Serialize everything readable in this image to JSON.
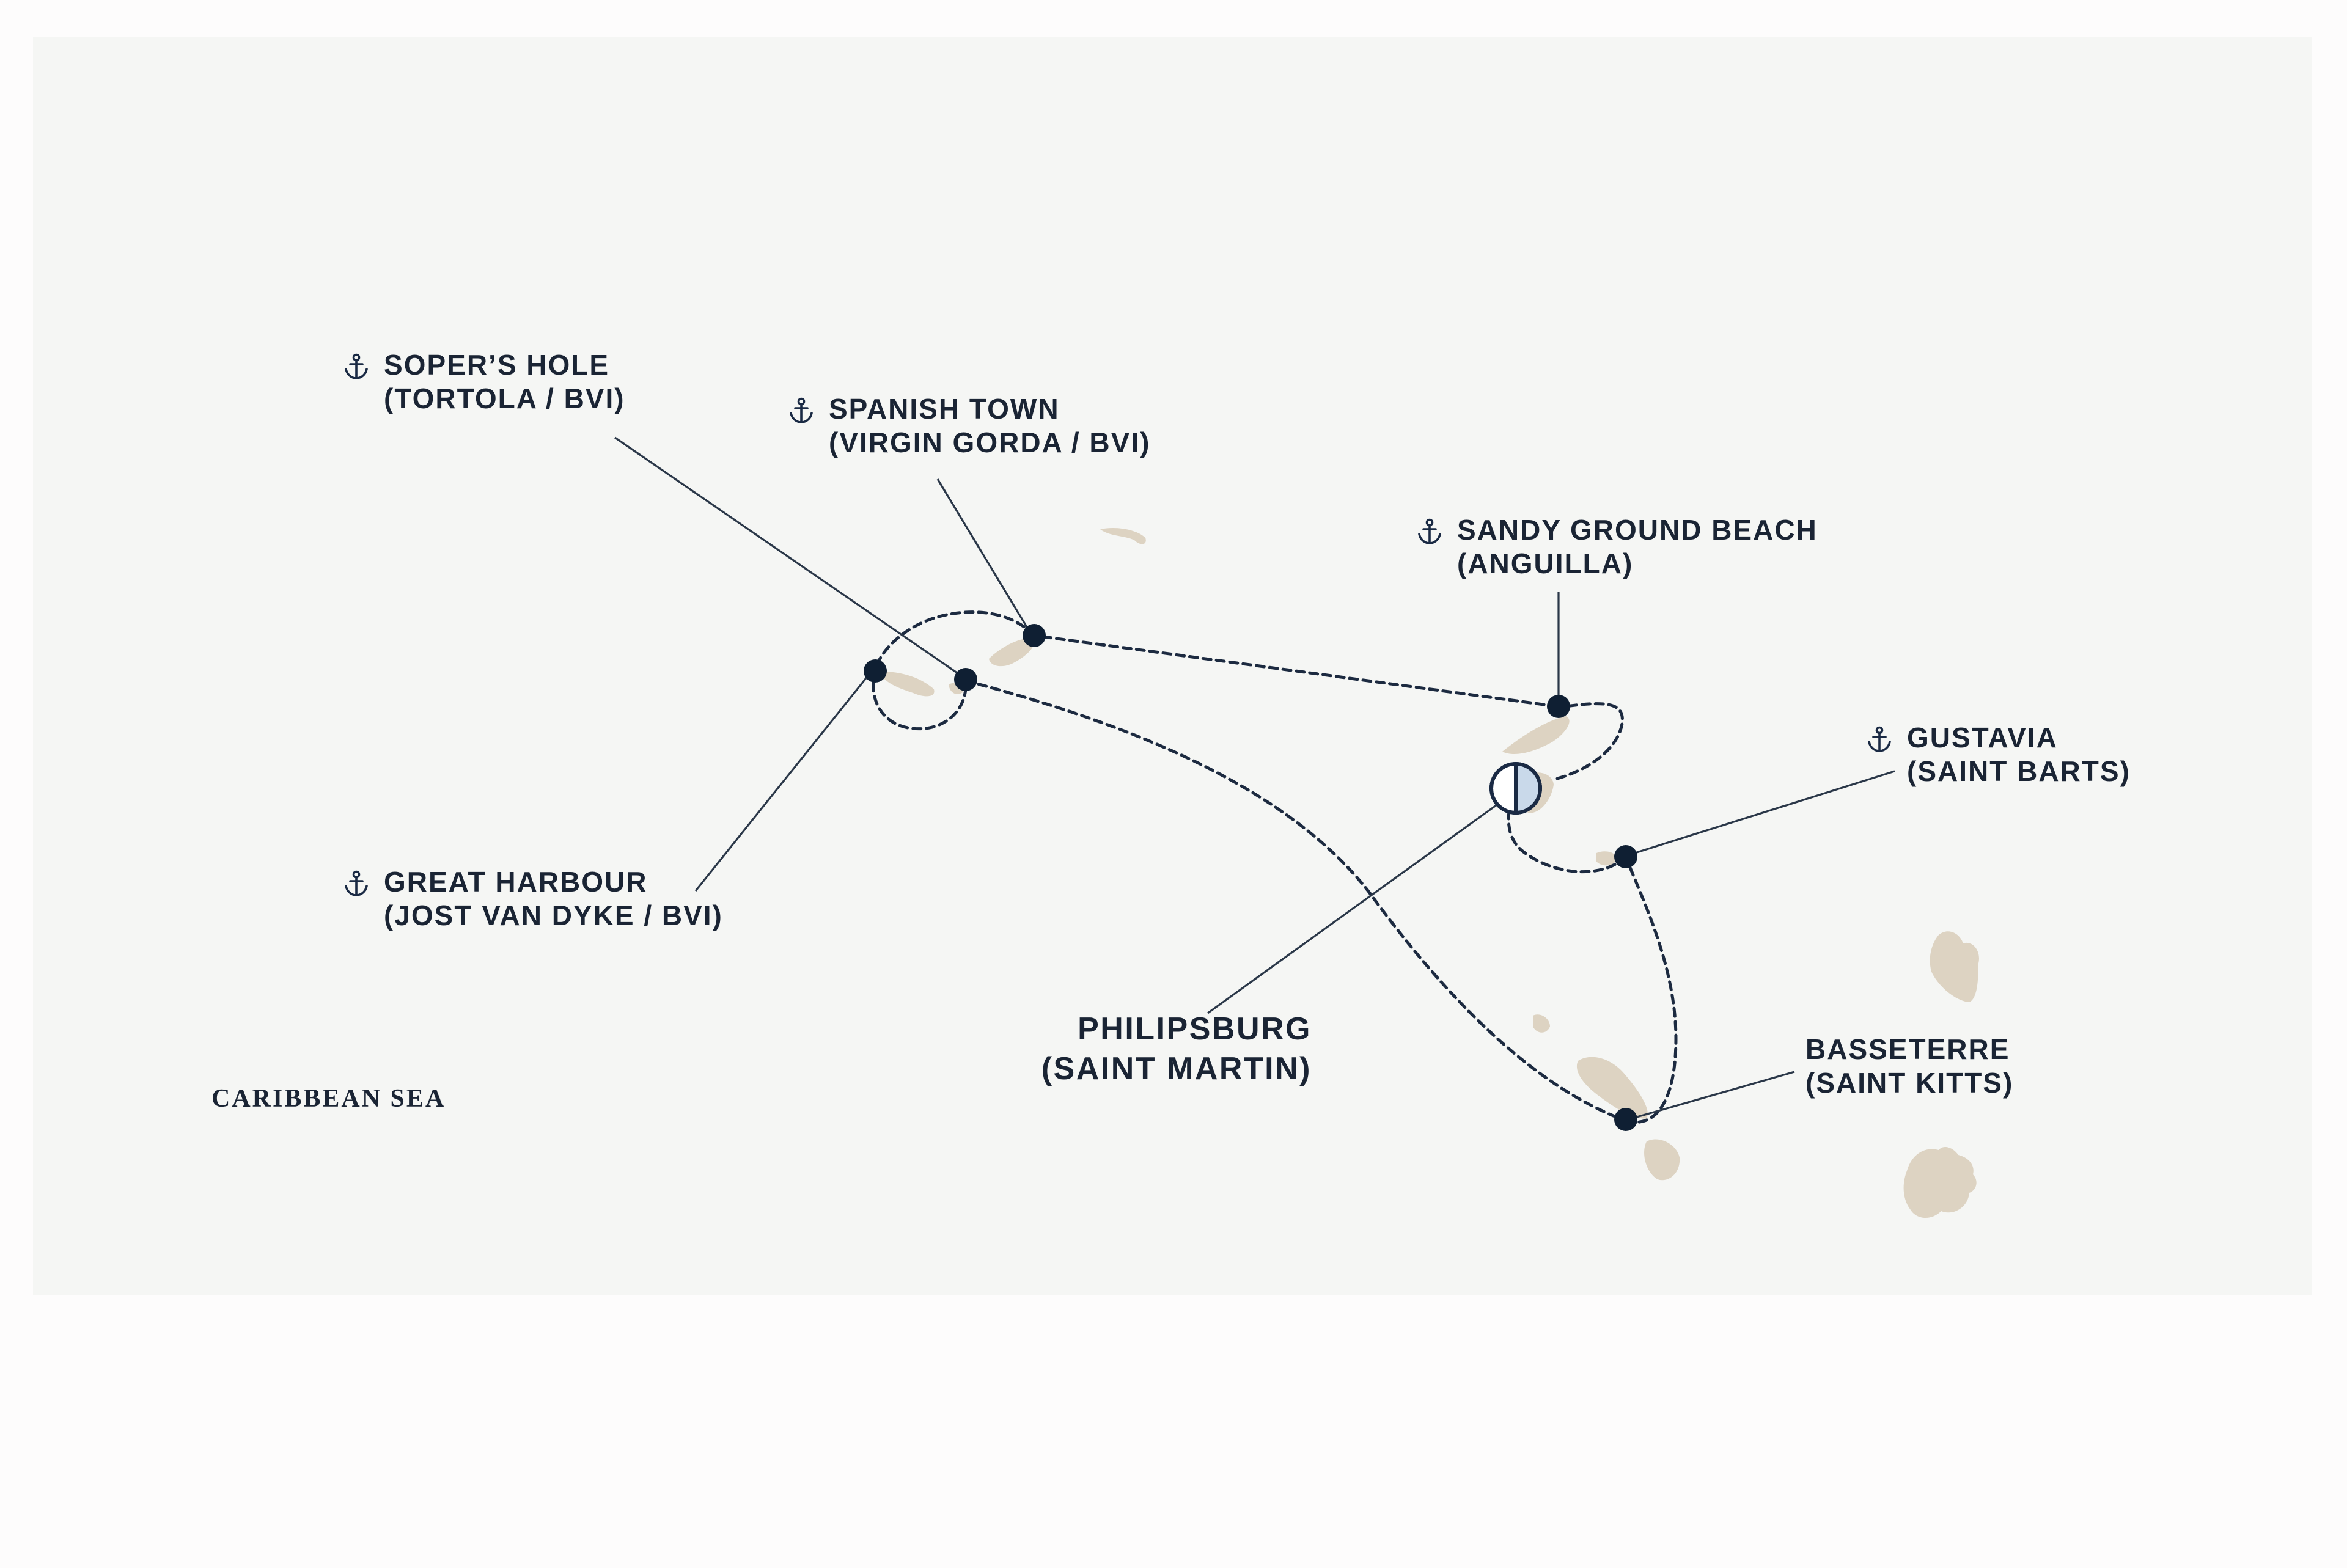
{
  "sea_label": "CARIBBEAN SEA",
  "ports": {
    "sopers_hole": {
      "name": "SOPER’S HOLE",
      "region": "(TORTOLA / BVI)",
      "icon": "anchor-icon"
    },
    "spanish_town": {
      "name": "SPANISH TOWN",
      "region": "(VIRGIN GORDA / BVI)",
      "icon": "anchor-icon"
    },
    "sandy_ground": {
      "name": "SANDY GROUND BEACH",
      "region": "(ANGUILLA)",
      "icon": "anchor-icon"
    },
    "gustavia": {
      "name": "GUSTAVIA",
      "region": "(SAINT BARTS)",
      "icon": "anchor-icon"
    },
    "great_harbour": {
      "name": "GREAT HARBOUR",
      "region": "(JOST VAN DYKE / BVI)",
      "icon": "anchor-icon"
    },
    "philipsburg": {
      "name": "PHILIPSBURG",
      "region": "(SAINT MARTIN)",
      "icon": "embarkation-port-icon"
    },
    "basseterre": {
      "name": "BASSETERRE",
      "region": "(SAINT KITTS)"
    }
  },
  "colors": {
    "sea": "#f5f6f4",
    "land": "#ddd3c2",
    "route": "#1c2a40",
    "text": "#1a2434",
    "embark_fill": "#c9d9ea"
  }
}
